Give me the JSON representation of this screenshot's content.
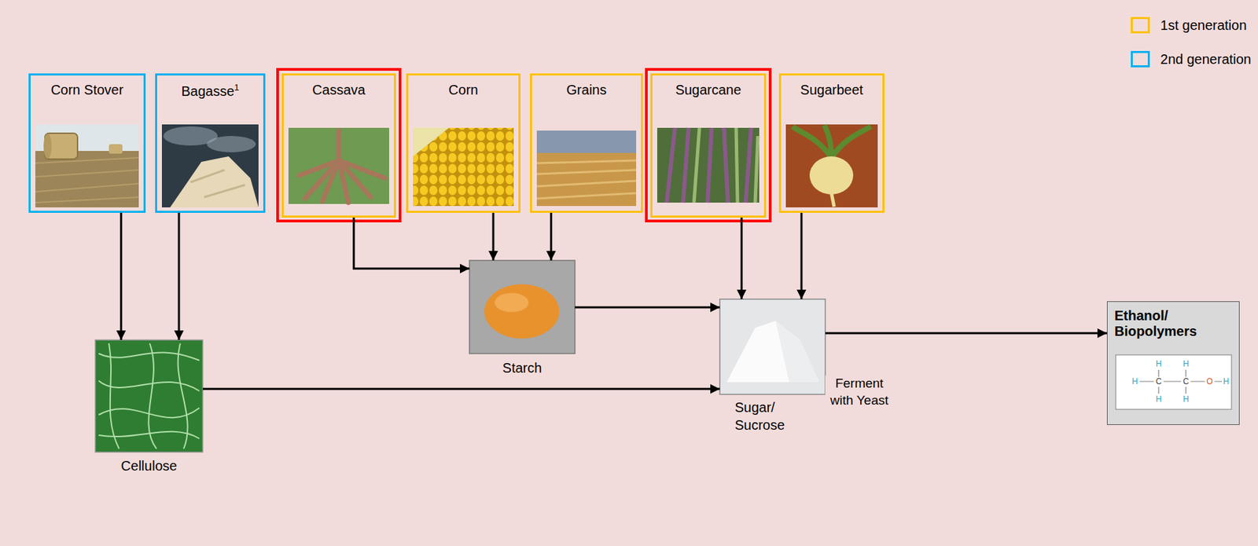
{
  "diagram": {
    "nodes": [
      {
        "text": [
          "Corn Stover"
        ]
      },
      {
        "text": [
          "Bagasse",
          "1"
        ]
      },
      {
        "text": [
          "Cassava"
        ]
      },
      {
        "text": [
          "Corn"
        ]
      },
      {
        "text": [
          "Grains"
        ]
      },
      {
        "text": [
          "Sugarcane"
        ]
      },
      {
        "text": [
          "Sugarbeet"
        ]
      },
      {
        "text": [
          "Starch"
        ]
      },
      {
        "text": [
          "Sugar/ Sucrose"
        ]
      },
      {
        "text": [
          "Ethanol/ Biopolymers"
        ]
      },
      {
        "text": [
          "Cellulose"
        ]
      }
    ],
    "edges": [
      {
        "from": 0,
        "to": 10,
        "arrow": "to"
      },
      {
        "from": 1,
        "to": 10,
        "arrow": "to"
      },
      {
        "from": 2,
        "to": 7,
        "arrow": "to"
      },
      {
        "from": 3,
        "to": 7,
        "arrow": "to"
      },
      {
        "from": 4,
        "to": 7,
        "arrow": "to"
      },
      {
        "from": 5,
        "to": 8,
        "arrow": "to"
      },
      {
        "from": 6,
        "to": 8,
        "arrow": "to"
      },
      {
        "from": 7,
        "to": 8,
        "arrow": "to"
      },
      {
        "from": 10,
        "to": 8,
        "arrow": "to"
      },
      {
        "from": 8,
        "to": 9,
        "label": "Ferment with Yeast",
        "arrow": "to"
      }
    ],
    "labels": [
      "H",
      "H",
      "H",
      "C",
      "C",
      "O",
      "H",
      "H",
      "H"
    ],
    "legend": [
      {
        "text": "1st generation",
        "color": "#ffc000"
      },
      {
        "text": "2nd generation",
        "color": "#00b0f0"
      }
    ]
  }
}
